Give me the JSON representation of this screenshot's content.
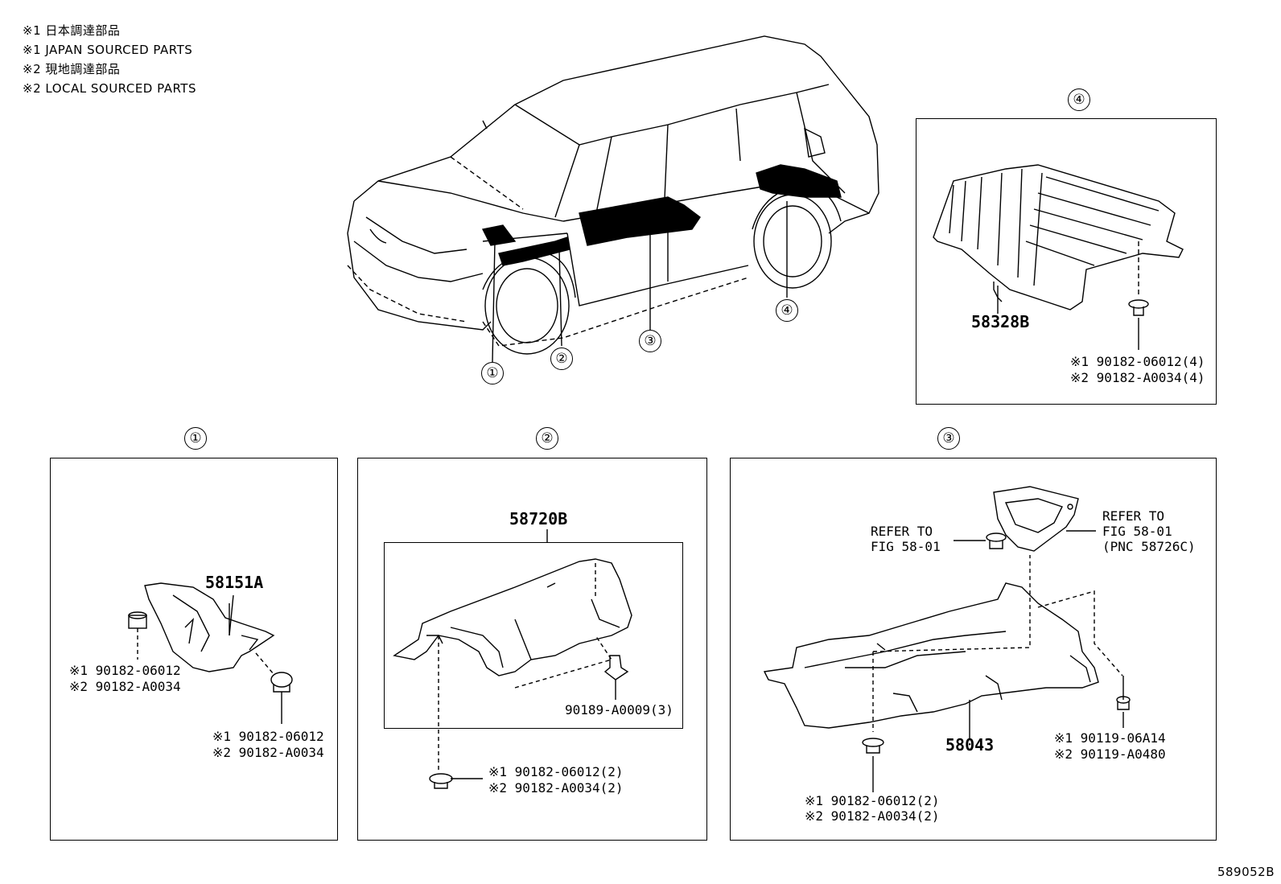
{
  "legend": [
    "※1 日本調達部品",
    "※1 JAPAN SOURCED PARTS",
    "※2 現地調達部品",
    "※2 LOCAL SOURCED PARTS"
  ],
  "callouts": {
    "c1": "①",
    "c2": "②",
    "c3": "③",
    "c4": "④"
  },
  "panel4": {
    "title": "④",
    "part": "58328B",
    "fastener_l1": "※1 90182-06012(4)",
    "fastener_l2": "※2 90182-A0034(4)"
  },
  "panel1": {
    "title": "①",
    "part": "58151A",
    "left_l1": "※1 90182-06012",
    "left_l2": "※2 90182-A0034",
    "right_l1": "※1 90182-06012",
    "right_l2": "※2 90182-A0034"
  },
  "panel2": {
    "title": "②",
    "part": "58720B",
    "clip": "90189-A0009(3)",
    "fastener_l1": "※1 90182-06012(2)",
    "fastener_l2": "※2 90182-A0034(2)"
  },
  "panel3": {
    "title": "③",
    "part": "58043",
    "refer_left_l1": "REFER TO",
    "refer_left_l2": "FIG 58-01",
    "refer_right_l1": "REFER TO",
    "refer_right_l2": "FIG 58-01",
    "refer_right_l3": "(PNC 58726C)",
    "bolt_l1": "※1 90119-06A14",
    "bolt_l2": "※2 90119-A0480",
    "fastener_l1": "※1 90182-06012(2)",
    "fastener_l2": "※2 90182-A0034(2)"
  },
  "figure_number": "589052B",
  "colors": {
    "line": "#000000",
    "background": "#ffffff"
  }
}
